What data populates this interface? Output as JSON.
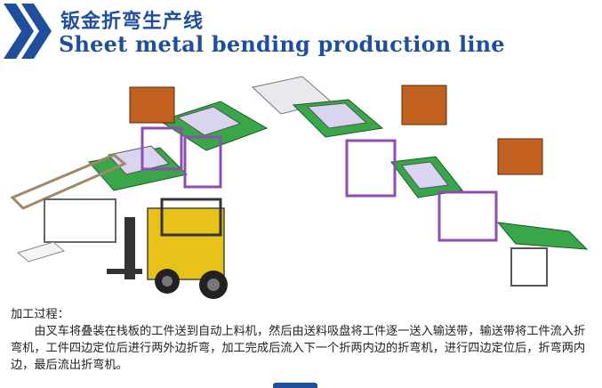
{
  "header": {
    "title_cn": "钣金折弯生产线",
    "title_en": "Sheet metal bending production line",
    "logo_icon": "double-chevron-right-icon",
    "accent_color": "#1f4f9c"
  },
  "figure": {
    "icon": "production-line-illustration",
    "colors": {
      "conveyor_green": "#3aa64a",
      "frame_purple": "#8c4fb0",
      "panel_lavender": "#d9d4f0",
      "cabinet_orange": "#c2611f",
      "forklift_yellow": "#e6c21a"
    }
  },
  "description": {
    "label": "加工过程：",
    "text": "由叉车将叠装在栈板的工件送到自动上料机，然后由送料吸盘将工件逐一送入输送带，输送带将工件流入折弯机，工件四边定位后进行两外边折弯，加工完成后流入下一个折两内边的折弯机，进行四边定位后，折弯两内边，最后流出折弯机。"
  }
}
